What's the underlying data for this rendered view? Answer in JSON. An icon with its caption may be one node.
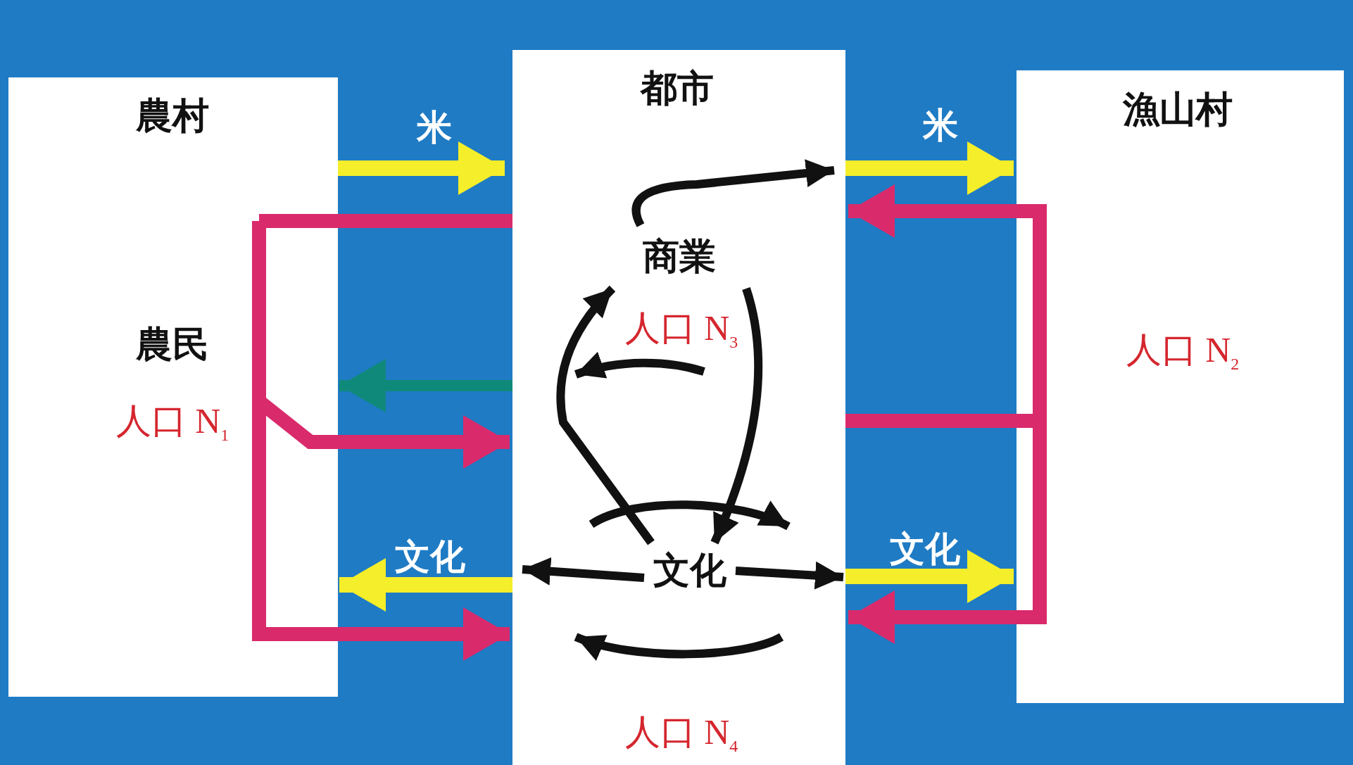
{
  "diagram": {
    "nodes": [
      {
        "text": [
          "農村",
          "農民",
          "人口 N$_{1}$"
        ]
      },
      {
        "text": [
          "都市",
          "人口 N$_{3}$",
          "人口 N$_{4}$"
        ]
      },
      {
        "text": [
          "商業"
        ],
        "in": 1
      },
      {
        "text": [
          "文化"
        ],
        "in": 1
      },
      {
        "text": [
          "漁山村",
          "人口 N$_{2}$"
        ]
      }
    ],
    "edges": [
      {
        "from": 0,
        "to": 1,
        "arrow": "to",
        "label": "米",
        "color": "#f5ee2a"
      },
      {
        "from": 1,
        "to": 4,
        "arrow": "to",
        "label": "米",
        "color": "#f5ee2a"
      },
      {
        "from": 1,
        "to": 0,
        "arrow": "to",
        "color": "#0f8a7a"
      },
      {
        "from": 0,
        "to": 1,
        "arrow": "to",
        "color": "#d92a6b"
      },
      {
        "from": 0,
        "to": 1,
        "arrow": "to",
        "color": "#d92a6b"
      },
      {
        "from": 1,
        "to": 0,
        "arrow": "to",
        "label": "文化",
        "color": "#f5ee2a"
      },
      {
        "from": 1,
        "to": 4,
        "arrow": "to",
        "label": "文化",
        "color": "#f5ee2a"
      },
      {
        "from": 4,
        "to": 1,
        "arrow": "to",
        "color": "#d92a6b"
      },
      {
        "from": 4,
        "to": 1,
        "arrow": "to",
        "color": "#d92a6b"
      },
      {
        "from": 2,
        "to": 3,
        "arrow": "to",
        "color": "#111111"
      },
      {
        "from": 3,
        "to": 2,
        "arrow": "to",
        "color": "#111111"
      },
      {
        "from": 3,
        "to": null,
        "arrow": "to",
        "color": "#111111"
      },
      {
        "from": 3,
        "to": null,
        "arrow": "to",
        "color": "#111111"
      },
      {
        "from": 1,
        "to": 0,
        "arrow": "none",
        "color": "#d92a6b"
      },
      {
        "from": 1,
        "to": 4,
        "arrow": "none",
        "color": "#d92a6b"
      },
      {
        "from": 2,
        "to": null,
        "arrow": "to",
        "color": "#111111"
      }
    ]
  }
}
